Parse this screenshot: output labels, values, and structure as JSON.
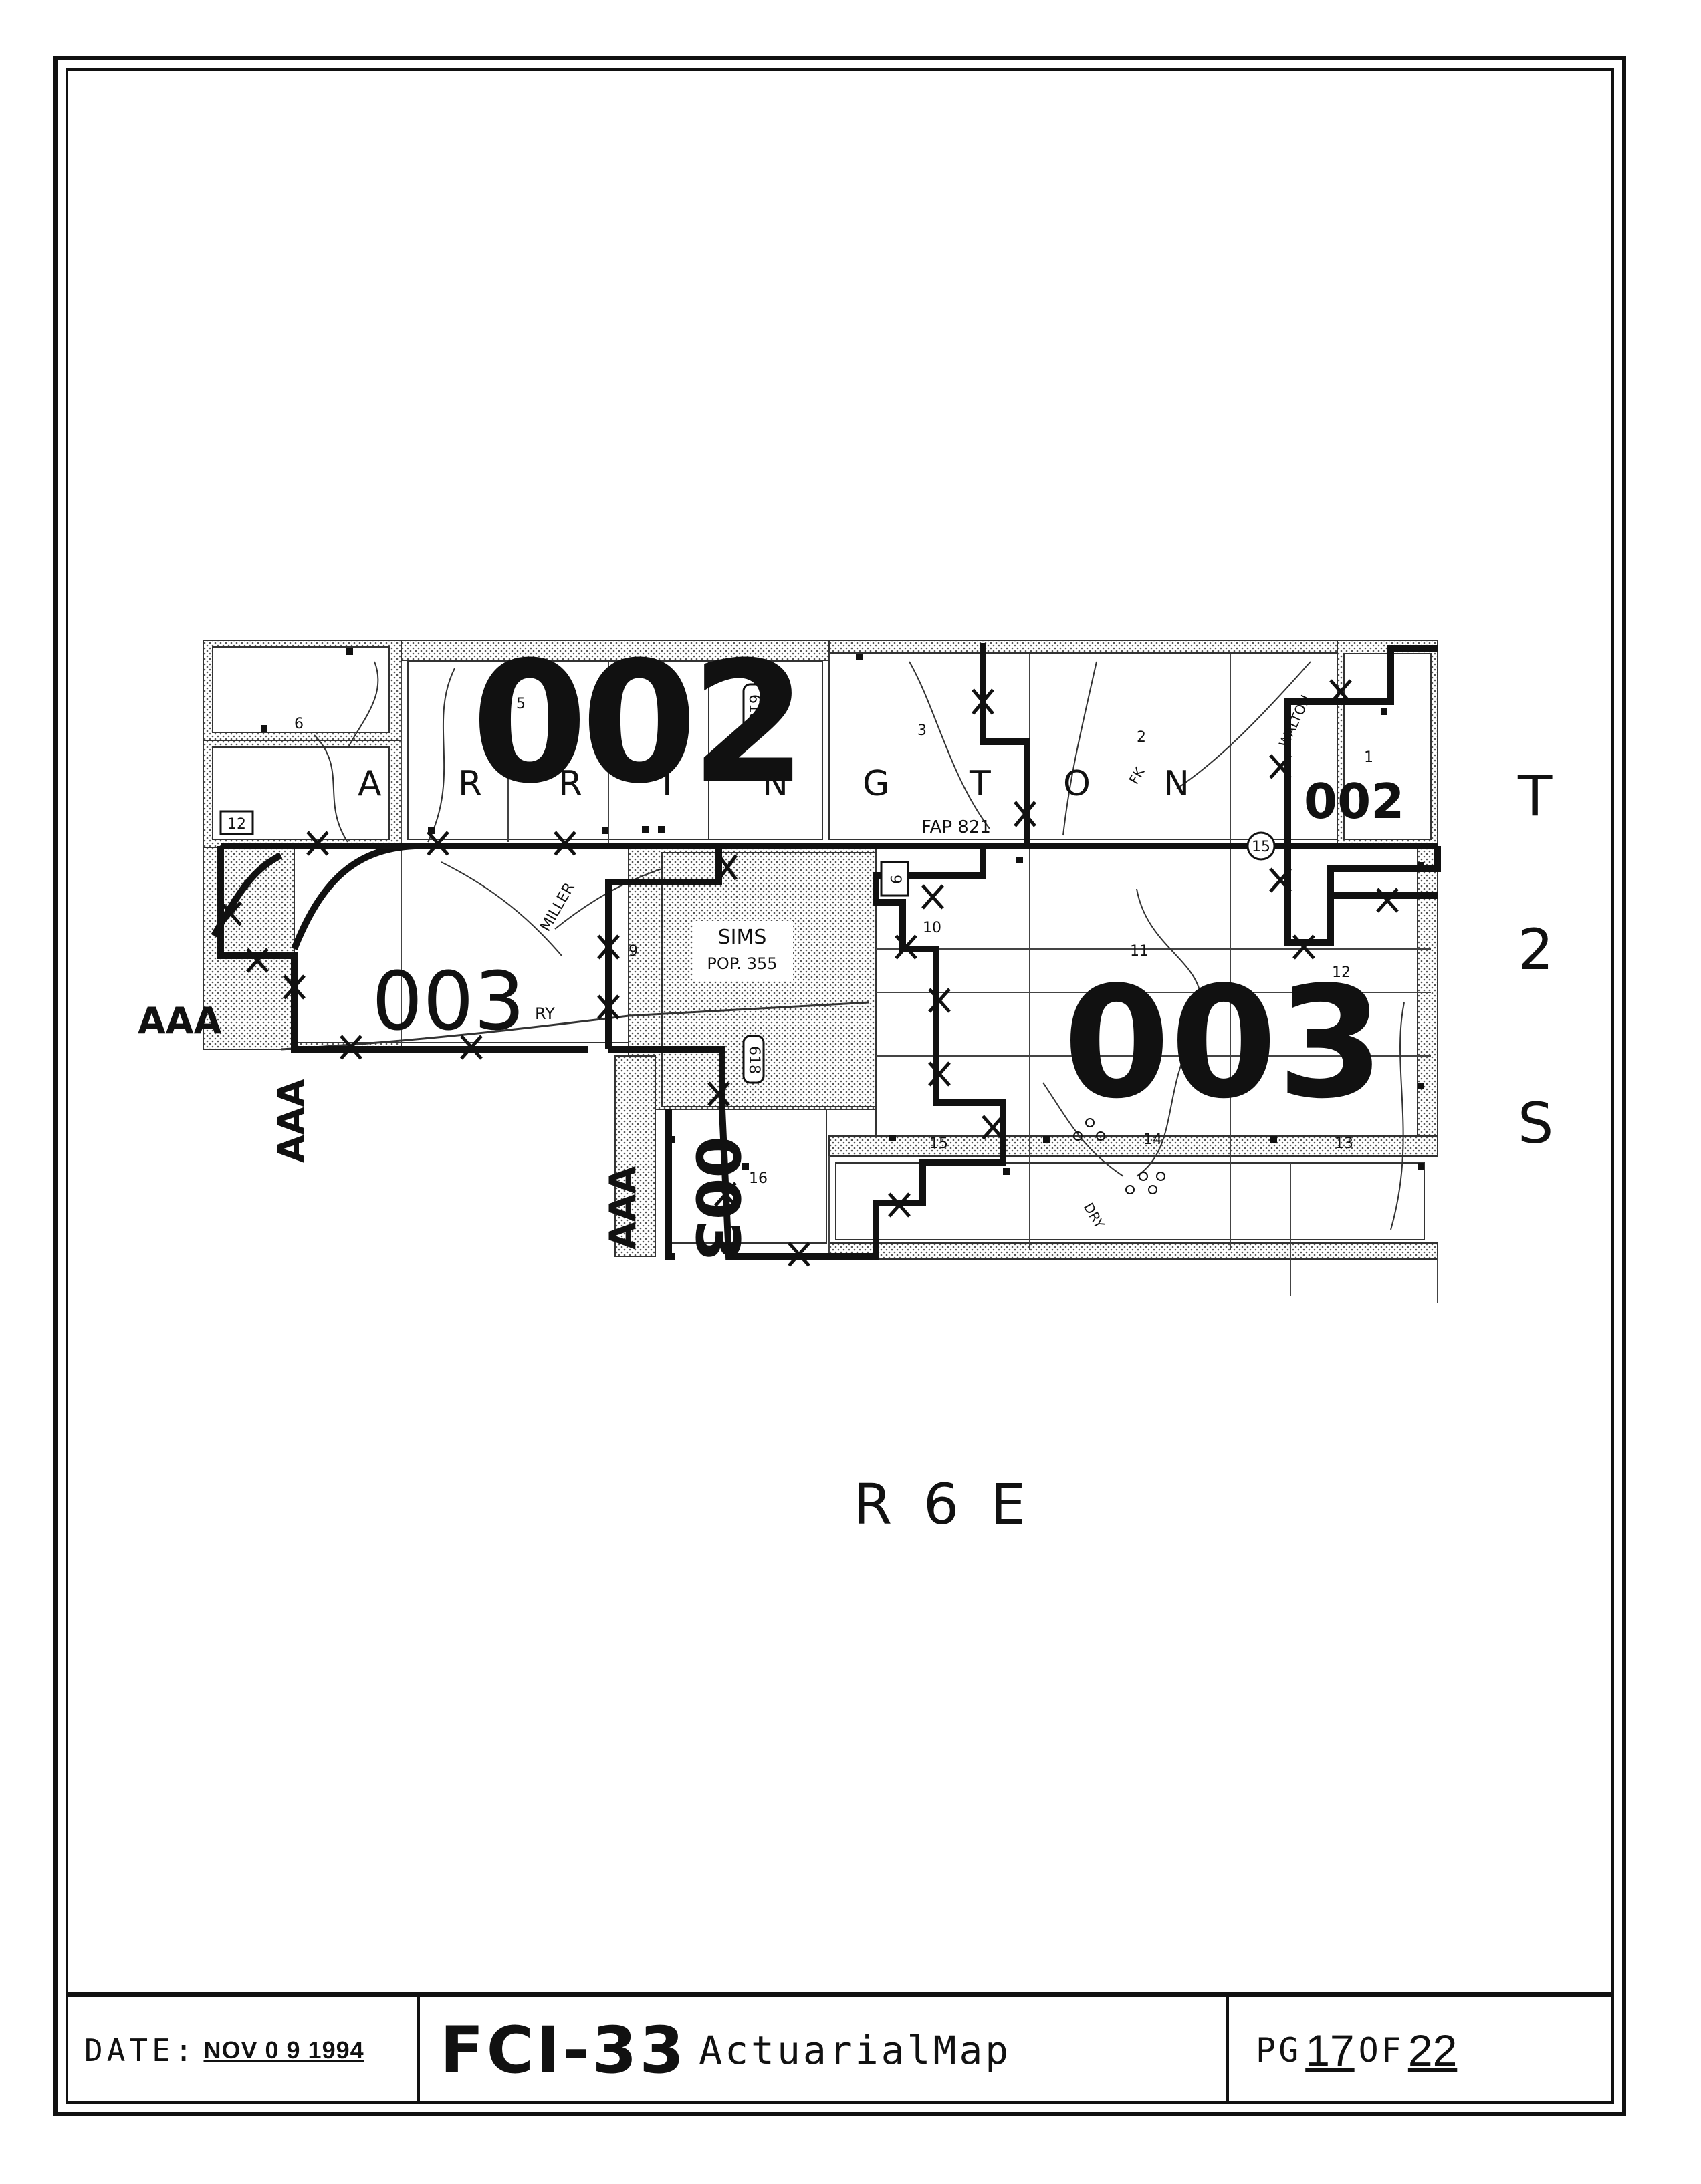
{
  "map": {
    "township_letters": [
      "A",
      "R",
      "R",
      "I",
      "N",
      "G",
      "T",
      "O",
      "N"
    ],
    "district_labels": {
      "d002_large": "002",
      "d002_small": "002",
      "d003_west": "003",
      "d003_east": "003",
      "d003_south": "003"
    },
    "town": {
      "name": "SIMS",
      "population": "POP. 355"
    },
    "section_numbers": [
      "6",
      "5",
      "3",
      "2",
      "1",
      "10",
      "9",
      "11",
      "12",
      "16",
      "15",
      "14",
      "13"
    ],
    "features": {
      "creek_miller": "MILLER",
      "creek_walton": "WALTON",
      "creek_fk": "FK",
      "creek_dry": "DRY",
      "railway": "RY"
    },
    "route_markers": [
      "12",
      "618",
      "9",
      "15",
      "618"
    ],
    "highway_label": "FAP 821",
    "township": [
      "T",
      "2",
      "S"
    ],
    "range": "R 6 E",
    "aaa_markers": [
      "AAA",
      "AAA",
      "AAA"
    ]
  },
  "footer": {
    "date_label": "DATE:",
    "date_value": "NOV 0 9 1994",
    "map_code": "FCI-33",
    "map_name": "ActuarialMap",
    "page_prefix": "PG",
    "page_current": "17",
    "page_of": "OF",
    "page_total": "22"
  }
}
